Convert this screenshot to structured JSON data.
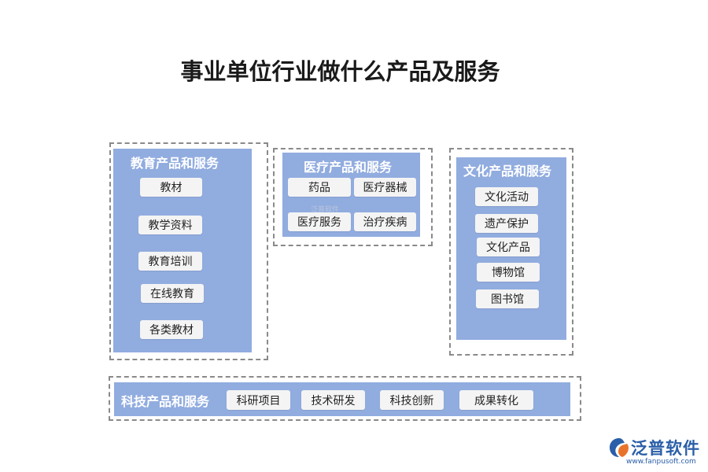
{
  "title": "事业单位行业做什么产品及服务",
  "colors": {
    "panel": "#91acdf",
    "item": "#f4f4f4",
    "border": "#8a8a8a",
    "logo": "#2a5ea8"
  },
  "education": {
    "title": "教育产品和服务",
    "items": [
      "教材",
      "教学资料",
      "教育培训",
      "在线教育",
      "各类教材"
    ]
  },
  "medical": {
    "title": "医疗产品和服务",
    "items": [
      "药品",
      "医疗器械",
      "医疗服务",
      "治疗疾病"
    ]
  },
  "culture": {
    "title": "文化产品和服务",
    "items": [
      "文化活动",
      "遗产保护",
      "文化产品",
      "博物馆",
      "图书馆"
    ]
  },
  "tech": {
    "title": "科技产品和服务",
    "items": [
      "科研项目",
      "技术研发",
      "科技创新",
      "成果转化"
    ]
  },
  "watermark": "泛普软件",
  "logo": {
    "name": "泛普软件",
    "url": "www.fanpusoft.com",
    "icon": "fanpu-logo-icon"
  }
}
